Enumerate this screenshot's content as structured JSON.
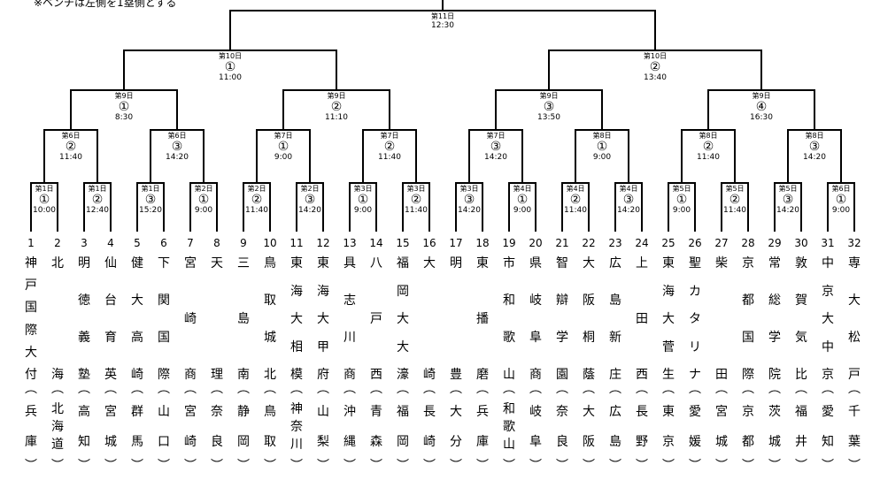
{
  "note": "※ベンチは左側を1塁側とする",
  "final": {
    "day": "第11日",
    "time": "12:30"
  },
  "semis": [
    {
      "day": "第10日",
      "circle": "①",
      "time": "11:00"
    },
    {
      "day": "第10日",
      "circle": "②",
      "time": "13:40"
    }
  ],
  "quarters": [
    {
      "day": "第9日",
      "circle": "①",
      "time": "8:30"
    },
    {
      "day": "第9日",
      "circle": "②",
      "time": "11:10"
    },
    {
      "day": "第9日",
      "circle": "③",
      "time": "13:50"
    },
    {
      "day": "第9日",
      "circle": "④",
      "time": "16:30"
    }
  ],
  "round3": [
    {
      "day": "第6日",
      "circle": "②",
      "time": "11:40"
    },
    {
      "day": "第6日",
      "circle": "③",
      "time": "14:20"
    },
    {
      "day": "第7日",
      "circle": "①",
      "time": "9:00"
    },
    {
      "day": "第7日",
      "circle": "②",
      "time": "11:40"
    },
    {
      "day": "第7日",
      "circle": "③",
      "time": "14:20"
    },
    {
      "day": "第8日",
      "circle": "①",
      "time": "9:00"
    },
    {
      "day": "第8日",
      "circle": "②",
      "time": "11:40"
    },
    {
      "day": "第8日",
      "circle": "③",
      "time": "14:20"
    }
  ],
  "round2": [
    {
      "day": "第1日",
      "circle": "①",
      "time": "10:00"
    },
    {
      "day": "第1日",
      "circle": "②",
      "time": "12:40"
    },
    {
      "day": "第1日",
      "circle": "③",
      "time": "15:20"
    },
    {
      "day": "第2日",
      "circle": "①",
      "time": "9:00"
    },
    {
      "day": "第2日",
      "circle": "②",
      "time": "11:40"
    },
    {
      "day": "第2日",
      "circle": "③",
      "time": "14:20"
    },
    {
      "day": "第3日",
      "circle": "①",
      "time": "9:00"
    },
    {
      "day": "第3日",
      "circle": "②",
      "time": "11:40"
    },
    {
      "day": "第3日",
      "circle": "③",
      "time": "14:20"
    },
    {
      "day": "第4日",
      "circle": "①",
      "time": "9:00"
    },
    {
      "day": "第4日",
      "circle": "②",
      "time": "11:40"
    },
    {
      "day": "第4日",
      "circle": "③",
      "time": "14:20"
    },
    {
      "day": "第5日",
      "circle": "①",
      "time": "9:00"
    },
    {
      "day": "第5日",
      "circle": "②",
      "time": "11:40"
    },
    {
      "day": "第5日",
      "circle": "③",
      "time": "14:20"
    },
    {
      "day": "第6日",
      "circle": "①",
      "time": "9:00"
    }
  ],
  "teams": [
    {
      "no": "1",
      "name": "神戸国際大付",
      "pref": "兵庫"
    },
    {
      "no": "2",
      "name": "北海",
      "pref": "北海道"
    },
    {
      "no": "3",
      "name": "明徳義塾",
      "pref": "高知"
    },
    {
      "no": "4",
      "name": "仙台育英",
      "pref": "宮城"
    },
    {
      "no": "5",
      "name": "健大高崎",
      "pref": "群馬"
    },
    {
      "no": "6",
      "name": "下関国際",
      "pref": "山口"
    },
    {
      "no": "7",
      "name": "宮崎商",
      "pref": "宮崎"
    },
    {
      "no": "8",
      "name": "天理",
      "pref": "奈良"
    },
    {
      "no": "9",
      "name": "三島南",
      "pref": "静岡"
    },
    {
      "no": "10",
      "name": "鳥取城北",
      "pref": "鳥取"
    },
    {
      "no": "11",
      "name": "東海大相模",
      "pref": "神奈川"
    },
    {
      "no": "12",
      "name": "東海大甲府",
      "pref": "山梨"
    },
    {
      "no": "13",
      "name": "具志川商",
      "pref": "沖縄"
    },
    {
      "no": "14",
      "name": "八戸西",
      "pref": "青森"
    },
    {
      "no": "15",
      "name": "福岡大大濠",
      "pref": "福岡"
    },
    {
      "no": "16",
      "name": "大崎",
      "pref": "長崎"
    },
    {
      "no": "17",
      "name": "明豊",
      "pref": "大分"
    },
    {
      "no": "18",
      "name": "東播磨",
      "pref": "兵庫"
    },
    {
      "no": "19",
      "name": "市和歌山",
      "pref": "和歌山"
    },
    {
      "no": "20",
      "name": "県岐阜商",
      "pref": "岐阜"
    },
    {
      "no": "21",
      "name": "智辯学園",
      "pref": "奈良"
    },
    {
      "no": "22",
      "name": "大阪桐蔭",
      "pref": "大阪"
    },
    {
      "no": "23",
      "name": "広島新庄",
      "pref": "広島"
    },
    {
      "no": "24",
      "name": "上田西",
      "pref": "長野"
    },
    {
      "no": "25",
      "name": "東海大菅生",
      "pref": "東京"
    },
    {
      "no": "26",
      "name": "聖カタリナ",
      "pref": "愛媛"
    },
    {
      "no": "27",
      "name": "柴田",
      "pref": "宮城"
    },
    {
      "no": "28",
      "name": "京都国際",
      "pref": "京都"
    },
    {
      "no": "29",
      "name": "常総学院",
      "pref": "茨城"
    },
    {
      "no": "30",
      "name": "敦賀気比",
      "pref": "福井"
    },
    {
      "no": "31",
      "name": "中京大中京",
      "pref": "愛知"
    },
    {
      "no": "32",
      "name": "専大松戸",
      "pref": "千葉"
    }
  ]
}
